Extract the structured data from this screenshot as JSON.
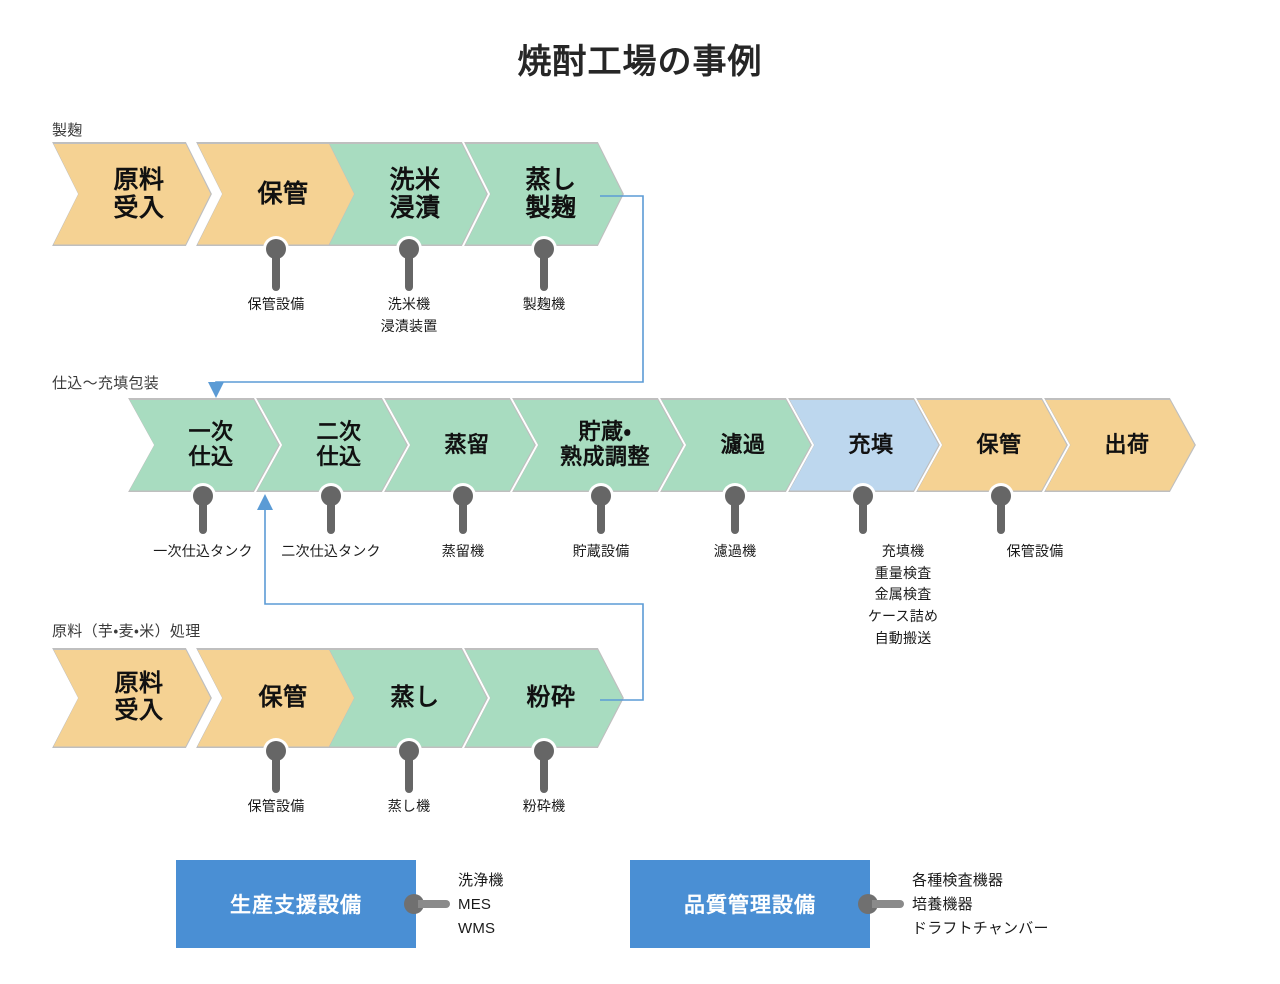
{
  "title": "焼酎工場の事例",
  "colors": {
    "green": "#a8dcc0",
    "orange": "#f5d293",
    "blue": "#bdd7ee",
    "support_box": "#4a8fd4",
    "pin": "#666666",
    "connector": "#5b9bd5",
    "chevron_outline": "#bfbfbf"
  },
  "bands": [
    {
      "id": "koji",
      "label": "製麹",
      "steps": [
        {
          "label": "原料\n受入",
          "color": "orange",
          "equipment": ""
        },
        {
          "label": "保管",
          "color": "orange",
          "equipment": "保管設備"
        },
        {
          "label": "洗米\n浸漬",
          "color": "green",
          "equipment": "洗米機\n浸漬装置"
        },
        {
          "label": "蒸し\n製麹",
          "color": "green",
          "equipment": "製麹機"
        }
      ]
    },
    {
      "id": "shikomi",
      "label": "仕込～充填包装",
      "steps": [
        {
          "label": "一次\n仕込",
          "color": "green",
          "equipment": "一次仕込タンク"
        },
        {
          "label": "二次\n仕込",
          "color": "green",
          "equipment": "二次仕込タンク"
        },
        {
          "label": "蒸留",
          "color": "green",
          "equipment": "蒸留機"
        },
        {
          "label": "貯蔵・\n熟成調整",
          "color": "green",
          "equipment": "貯蔵設備"
        },
        {
          "label": "濾過",
          "color": "green",
          "equipment": "濾過機"
        },
        {
          "label": "充填",
          "color": "blue",
          "equipment": "充填機\n重量検査\n金属検査\nケース詰め\n自動搬送"
        },
        {
          "label": "保管",
          "color": "orange",
          "equipment": "保管設備"
        },
        {
          "label": "出荷",
          "color": "orange",
          "equipment": ""
        }
      ]
    },
    {
      "id": "genryo",
      "label": "原料（芋・麦・米）処理",
      "steps": [
        {
          "label": "原料\n受入",
          "color": "orange",
          "equipment": ""
        },
        {
          "label": "保管",
          "color": "orange",
          "equipment": "保管設備"
        },
        {
          "label": "蒸し",
          "color": "green",
          "equipment": "蒸し機"
        },
        {
          "label": "粉砕",
          "color": "green",
          "equipment": "粉砕機"
        }
      ]
    }
  ],
  "support": [
    {
      "id": "production-support",
      "label": "生産支援設備",
      "equipment": "洗浄機\nMES\nWMS"
    },
    {
      "id": "quality-control",
      "label": "品質管理設備",
      "equipment": "各種検査機器\n培養機器\nドラフトチャンバー"
    }
  ],
  "connectors": [
    {
      "from": "蒸し製麹",
      "to": "一次仕込",
      "direction": "down"
    },
    {
      "from": "粉砕",
      "to": "二次仕込",
      "direction": "up"
    }
  ]
}
